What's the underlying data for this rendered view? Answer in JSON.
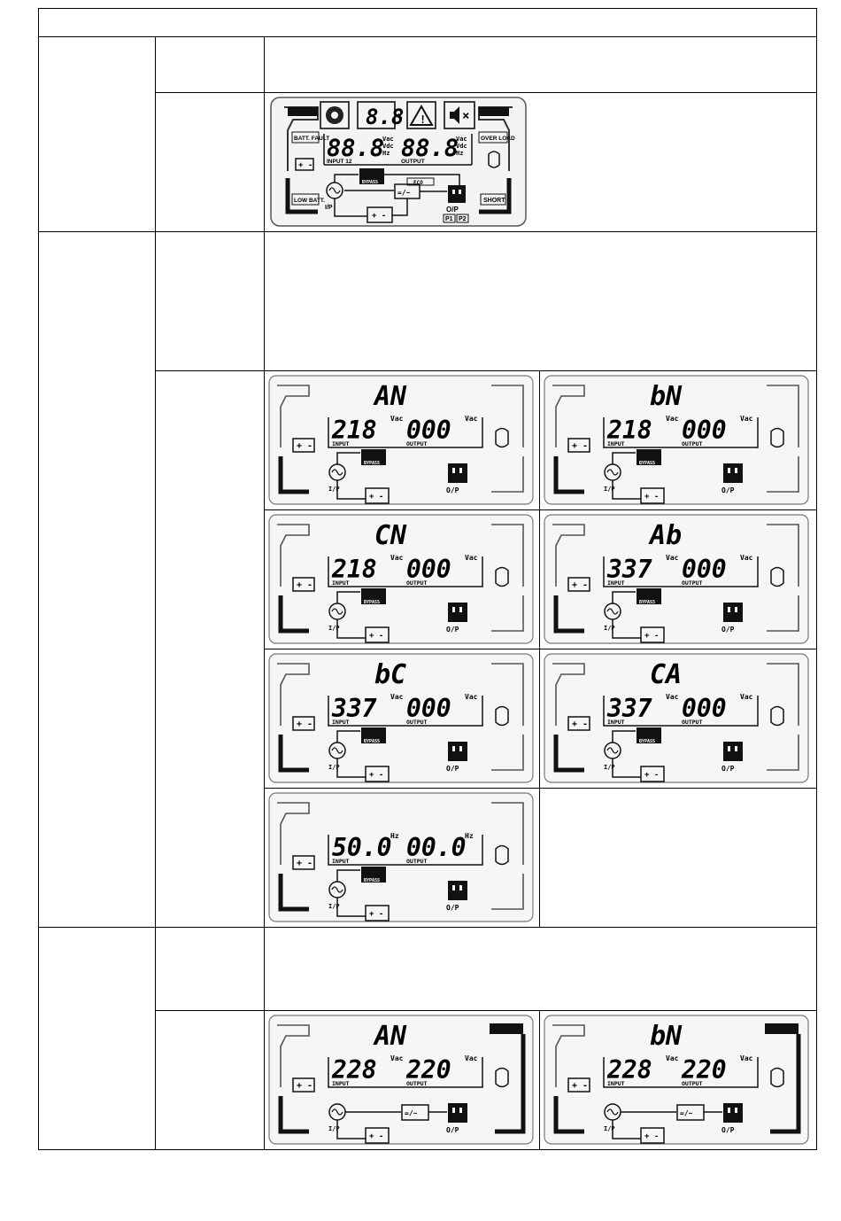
{
  "full_display": {
    "top_digits": "8.8",
    "input_digits": "88.8",
    "output_digits": "88.8",
    "unit_vac": "Vac",
    "unit_vdc": "Vdc",
    "unit_hz": "Hz",
    "input_label": "INPUT 12",
    "output_label": "OUTPUT",
    "batt_fault": "BATT. FAULT",
    "low_batt": "LOW BATT.",
    "over_load": "OVER LOAD",
    "short": "SHORT",
    "eco": "ECO",
    "bypass": "BYPASS",
    "ip": "I/P",
    "op": "O/P",
    "p1": "P1",
    "p2": "P2"
  },
  "labels": {
    "input": "INPUT",
    "output": "OUTPUT",
    "bypass": "BYPASS",
    "ip": "I/P",
    "op": "O/P"
  },
  "bypass_screens": [
    {
      "phase": "AN",
      "input": "218",
      "output": "000",
      "unit": "Vac"
    },
    {
      "phase": "bN",
      "input": "218",
      "output": "000",
      "unit": "Vac"
    },
    {
      "phase": "CN",
      "input": "218",
      "output": "000",
      "unit": "Vac"
    },
    {
      "phase": "Ab",
      "input": "337",
      "output": "000",
      "unit": "Vac"
    },
    {
      "phase": "bC",
      "input": "337",
      "output": "000",
      "unit": "Vac"
    },
    {
      "phase": "CA",
      "input": "337",
      "output": "000",
      "unit": "Vac"
    },
    {
      "phase": "",
      "input": "50.0",
      "output": "00.0",
      "unit": "Hz"
    }
  ],
  "online_screens": [
    {
      "phase": "AN",
      "input": "228",
      "output": "220",
      "unit": "Vac"
    },
    {
      "phase": "bN",
      "input": "228",
      "output": "220",
      "unit": "Vac"
    }
  ]
}
